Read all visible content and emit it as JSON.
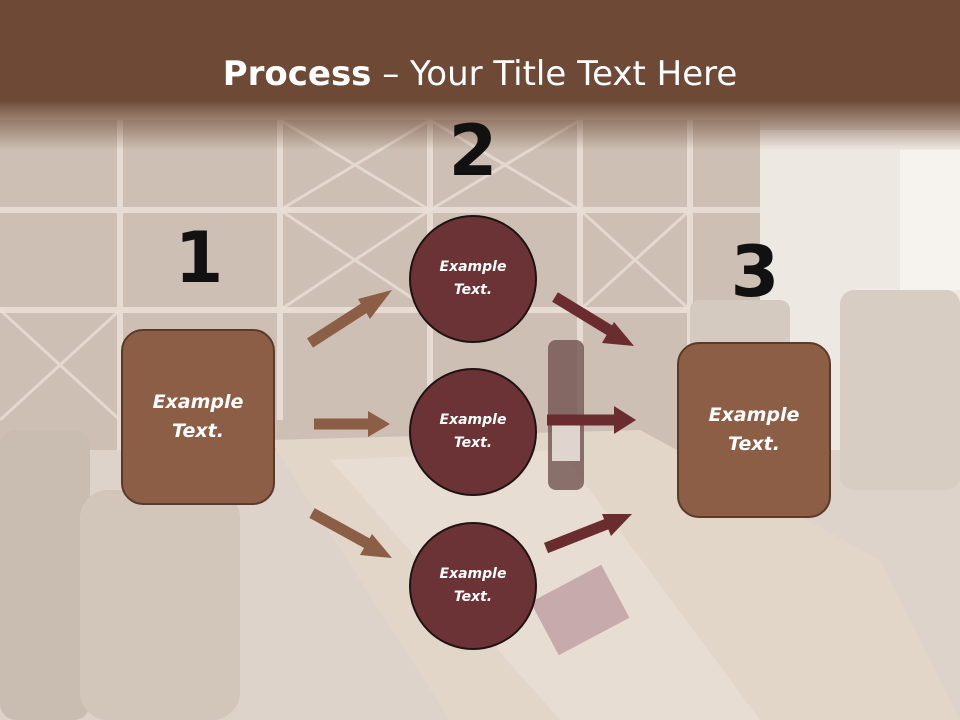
{
  "header": {
    "title_bold": "Process",
    "title_rest": " – Your Title Text Here"
  },
  "steps": [
    {
      "number": "1",
      "box_text": "Example\nText."
    },
    {
      "number": "2"
    },
    {
      "number": "3",
      "box_text": "Example\nText."
    }
  ],
  "circles": [
    {
      "text": "Example\nText."
    },
    {
      "text": "Example\nText."
    },
    {
      "text": "Example\nText."
    }
  ],
  "colors": {
    "header": "#6e4a36",
    "box_fill": "#8b5e45",
    "circle_fill": "#6b3335",
    "arrow_left": "#8b5e45",
    "arrow_right": "#6b2c2f"
  }
}
